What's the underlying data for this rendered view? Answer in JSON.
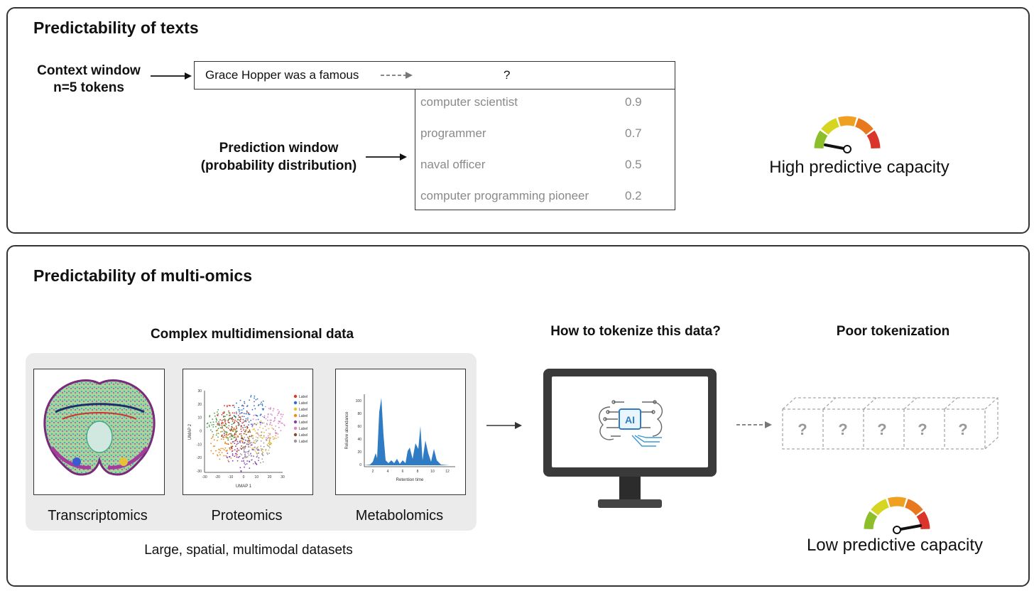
{
  "top_panel": {
    "title": "Predictability of texts",
    "context_label_line1": "Context window",
    "context_label_line2": "n=5 tokens",
    "context_text": "Grace Hopper was a famous",
    "context_unknown": "?",
    "prediction_label_line1": "Prediction window",
    "prediction_label_line2": "(probability distribution)",
    "predictions": [
      {
        "token": "computer scientist",
        "prob": "0.9"
      },
      {
        "token": "programmer",
        "prob": "0.7"
      },
      {
        "token": "naval officer",
        "prob": "0.5"
      },
      {
        "token": "computer programming pioneer",
        "prob": "0.2"
      }
    ],
    "gauge_caption": "High predictive capacity",
    "gauge_level": "high"
  },
  "bottom_panel": {
    "title": "Predictability of multi-omics",
    "data_heading": "Complex multidimensional data",
    "datasets": [
      {
        "label": "Transcriptomics",
        "icon": "brain-section-icon"
      },
      {
        "label": "Proteomics",
        "icon": "umap-scatter-icon"
      },
      {
        "label": "Metabolomics",
        "icon": "chromatogram-icon"
      }
    ],
    "data_caption": "Large, spatial, multimodal datasets",
    "tokenize_heading": "How to tokenize this data?",
    "monitor_chip_label": "AI",
    "poor_heading": "Poor tokenization",
    "token_cells": [
      "?",
      "?",
      "?",
      "?",
      "?"
    ],
    "gauge_caption": "Low predictive capacity",
    "gauge_level": "low"
  },
  "proteomics_plot": {
    "xlabel": "UMAP 1",
    "ylabel": "UMAP 2",
    "xticks": [
      "-30",
      "-20",
      "-10",
      "0",
      "10",
      "20",
      "30"
    ],
    "yticks": [
      "30",
      "20",
      "10",
      "0",
      "-10",
      "-20",
      "-30"
    ],
    "legend": [
      "Label",
      "Label",
      "Label",
      "Label",
      "Label",
      "Label",
      "Label",
      "Label"
    ]
  },
  "metabolomics_plot": {
    "xlabel": "Retention time",
    "ylabel": "Relative abundance",
    "xticks": [
      "2",
      "4",
      "6",
      "8",
      "10",
      "12"
    ],
    "yticks": [
      "100",
      "80",
      "60",
      "40",
      "20",
      "0"
    ]
  },
  "colors": {
    "gauge_green": "#8cbf2a",
    "gauge_yellow": "#d6d622",
    "gauge_orange": "#f0a020",
    "gauge_dark_orange": "#e8781e",
    "gauge_red": "#d9352a",
    "chart_blue": "#2f7cc4",
    "panel_gray": "#ebebeb"
  }
}
